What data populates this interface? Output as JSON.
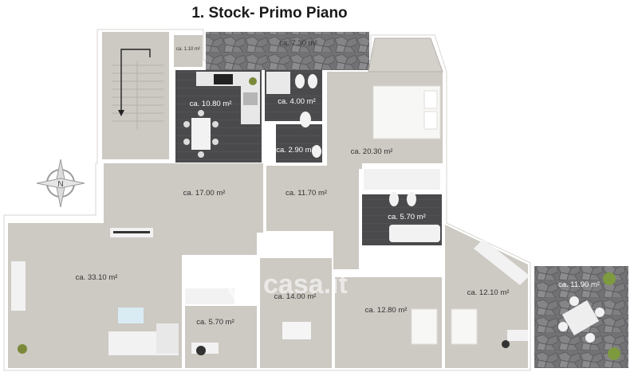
{
  "title": "1. Stock- Primo Piano",
  "compass_label": "N",
  "watermark": "casa.it",
  "rooms": [
    {
      "id": "terrace-top",
      "label": "ca. 7.30 m²",
      "floor": "stone"
    },
    {
      "id": "closet",
      "label": "ca. 1.10 m²",
      "floor": "light"
    },
    {
      "id": "kitchen",
      "label": "ca. 10.80 m²",
      "floor": "dark"
    },
    {
      "id": "bathroom-1",
      "label": "ca. 4.00 m²",
      "floor": "dark"
    },
    {
      "id": "wc",
      "label": "ca. 2.90 m²",
      "floor": "dark"
    },
    {
      "id": "bedroom-master",
      "label": "ca. 20.30 m²",
      "floor": "light"
    },
    {
      "id": "hall",
      "label": "ca. 17.00 m²",
      "floor": "light"
    },
    {
      "id": "corridor",
      "label": "ca. 11.70 m²",
      "floor": "light"
    },
    {
      "id": "bathroom-2",
      "label": "ca. 5.70 m²",
      "floor": "dark"
    },
    {
      "id": "living",
      "label": "ca. 33.10 m²",
      "floor": "light"
    },
    {
      "id": "dining",
      "label": "ca. 14.00 m²",
      "floor": "light"
    },
    {
      "id": "study",
      "label": "ca. 5.70 m²",
      "floor": "light"
    },
    {
      "id": "bedroom-2",
      "label": "ca. 12.80 m²",
      "floor": "light"
    },
    {
      "id": "bedroom-3",
      "label": "ca. 12.10 m²",
      "floor": "light"
    },
    {
      "id": "terrace-right",
      "label": "ca. 11.90 m²",
      "floor": "stone"
    }
  ],
  "colors": {
    "wall": "#ffffff",
    "light_floor": "#cdc9c3",
    "dark_floor": "#4d4d4f",
    "stone": "#6f6f72",
    "outline": "#bdb9b3"
  }
}
